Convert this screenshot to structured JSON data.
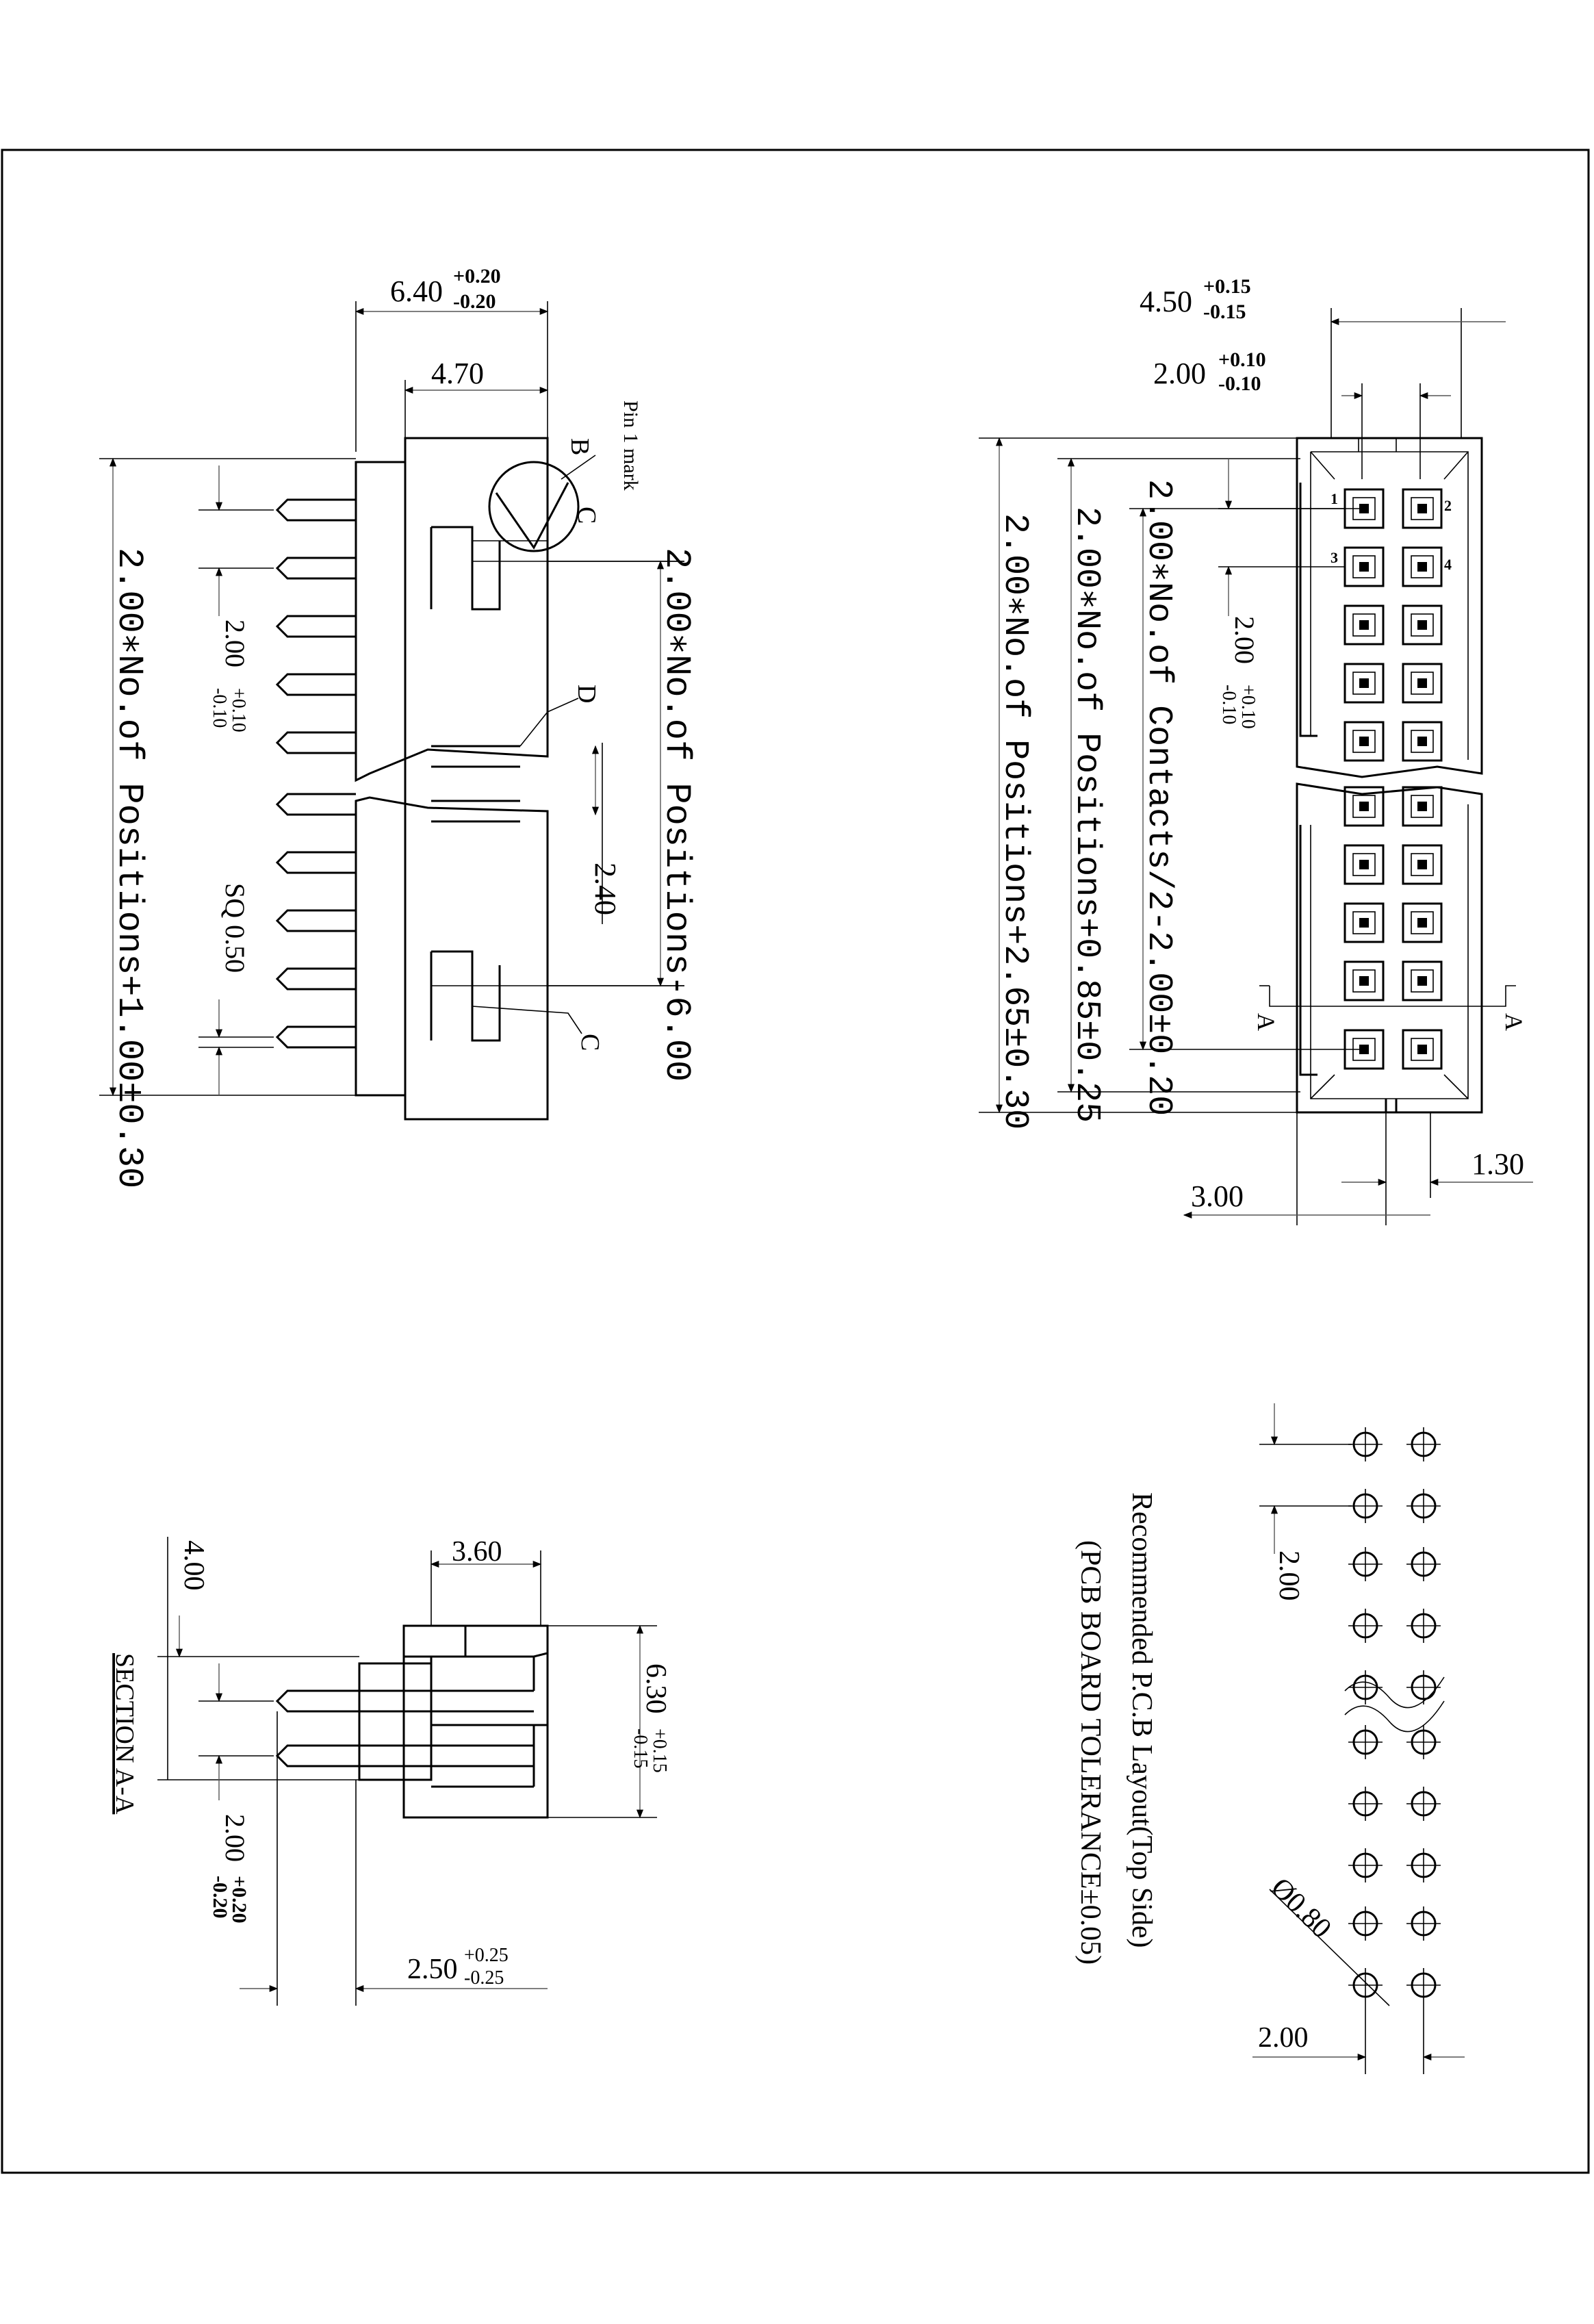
{
  "side_view": {
    "width_dim": "6.40",
    "width_tol_plus": "+0.20",
    "width_tol_minus": "-0.20",
    "inner_dim": "4.70",
    "pin1_label": "Pin 1 mark",
    "label_b": "B",
    "label_c": "C",
    "label_d": "D",
    "label_c2": "C",
    "total_length_text": "2.00∗No.of Positions+1.00±0.30",
    "pitch_dim": "2.00",
    "pitch_tol_plus": "+0.10",
    "pitch_tol_minus": "-0.10",
    "inner_length_text": "2.00∗No.of Positions-6.00",
    "gap_dim": "2.40",
    "pin_section": "SQ 0.50"
  },
  "top_view": {
    "width_dim": "4.50",
    "width_tol_plus": "+0.15",
    "width_tol_minus": "-0.15",
    "row_pitch_dim": "2.00",
    "row_pitch_tol_plus": "+0.10",
    "row_pitch_tol_minus": "-0.10",
    "outer_length_text": "2.00∗No.of Positions+2.65±0.30",
    "mid_length_text": "2.00∗No.of Positions+0.85±0.25",
    "contacts_text": "2.00∗No.of Contacts/2-2.00±0.20",
    "pitch_dim": "2.00",
    "pitch_tol_plus": "+0.10",
    "pitch_tol_minus": "-0.10",
    "pin_numbers": [
      "1",
      "2",
      "3",
      "4"
    ],
    "section_mark": "A",
    "key_width_dim": "1.30",
    "key_offset_dim": "3.00"
  },
  "section_view": {
    "title": "SECTION  A-A",
    "height_dim": "4.00",
    "depth_dim": "3.60",
    "body_dim": "6.30",
    "body_tol_plus": "+0.15",
    "body_tol_minus": "-0.15",
    "pitch_dim": "2.00",
    "pitch_tol_plus": "+0.20",
    "pitch_tol_minus": "-0.20",
    "tail_dim": "2.50",
    "tail_tol_plus": "+0.25",
    "tail_tol_minus": "-0.25"
  },
  "pcb_layout": {
    "title": "Recommended P.C.B Layout(Top Side)",
    "tolerance": "(PCB BOARD TOLERANCE±0.05)",
    "pitch_dim": "2.00",
    "hole_dim": "Ø0.80",
    "row_dim": "2.00"
  }
}
